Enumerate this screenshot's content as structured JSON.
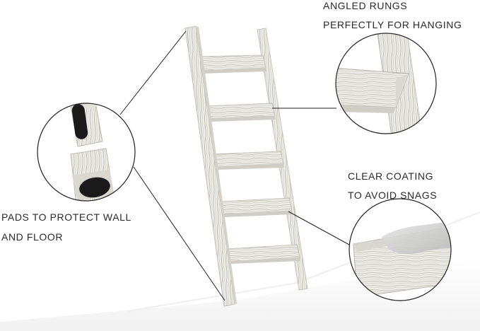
{
  "captions": {
    "angled_rungs": [
      "ANGLED RUNGS",
      "PERFECTLY FOR HANGING"
    ],
    "clear_coating": [
      "CLEAR COATING",
      "TO AVOID  SNAGS"
    ],
    "pads": [
      "PADS TO PROTECT WALL",
      "AND FLOOR"
    ]
  },
  "colors": {
    "wood_light": "#ecebe6",
    "wood_grain": "#b9b7b0",
    "callout_line": "#222222",
    "pad_black": "#1a1a1a",
    "coating": "#c9c9c9"
  }
}
